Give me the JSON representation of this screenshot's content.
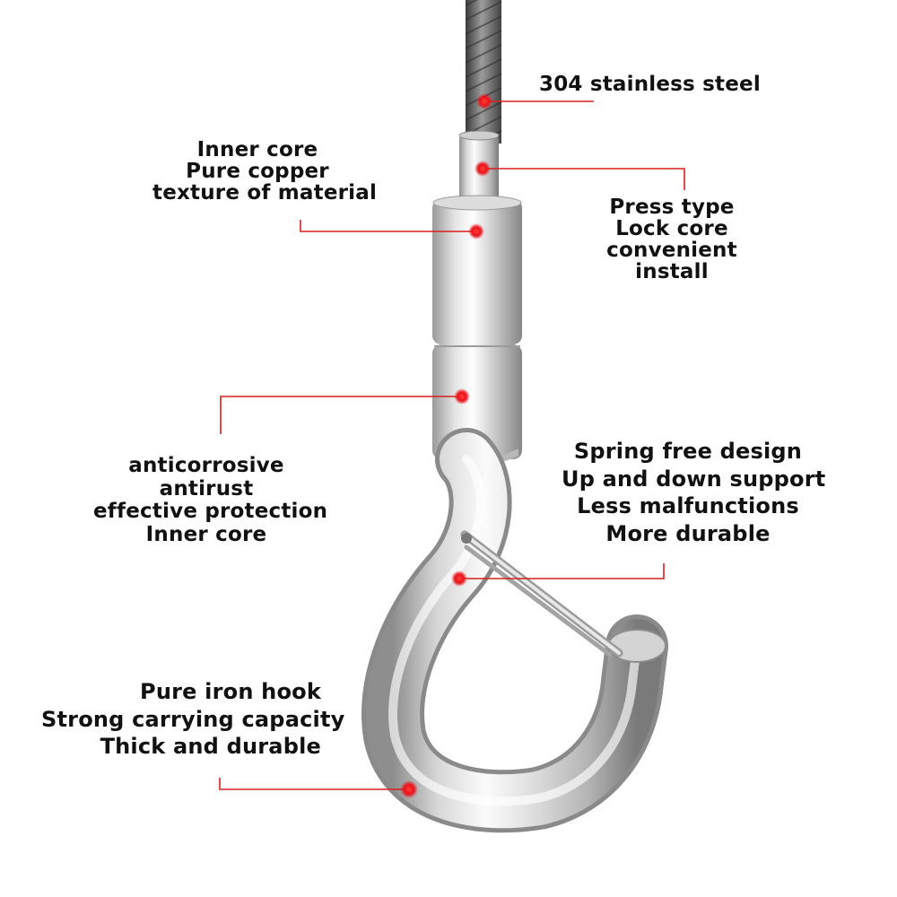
{
  "callouts": {
    "steel": {
      "lines": [
        "304 stainless steel"
      ]
    },
    "copper": {
      "lines": [
        "Inner core",
        "Pure copper",
        "texture of material"
      ]
    },
    "press": {
      "lines": [
        "Press type",
        "Lock core",
        "convenient",
        "install"
      ]
    },
    "anticorrosive": {
      "lines": [
        "anticorrosive",
        "antirust",
        "effective protection",
        "Inner core"
      ]
    },
    "spring": {
      "lines": [
        "Spring free design",
        "Up and down support",
        "Less malfunctions",
        "More durable"
      ]
    },
    "iron": {
      "lines": [
        "Pure iron hook",
        "Strong carrying capacity",
        "Thick and durable"
      ]
    }
  },
  "colors": {
    "leader_line": "#d9201f",
    "marker": "#e8141a",
    "text": "#111111",
    "background": "#ffffff"
  }
}
